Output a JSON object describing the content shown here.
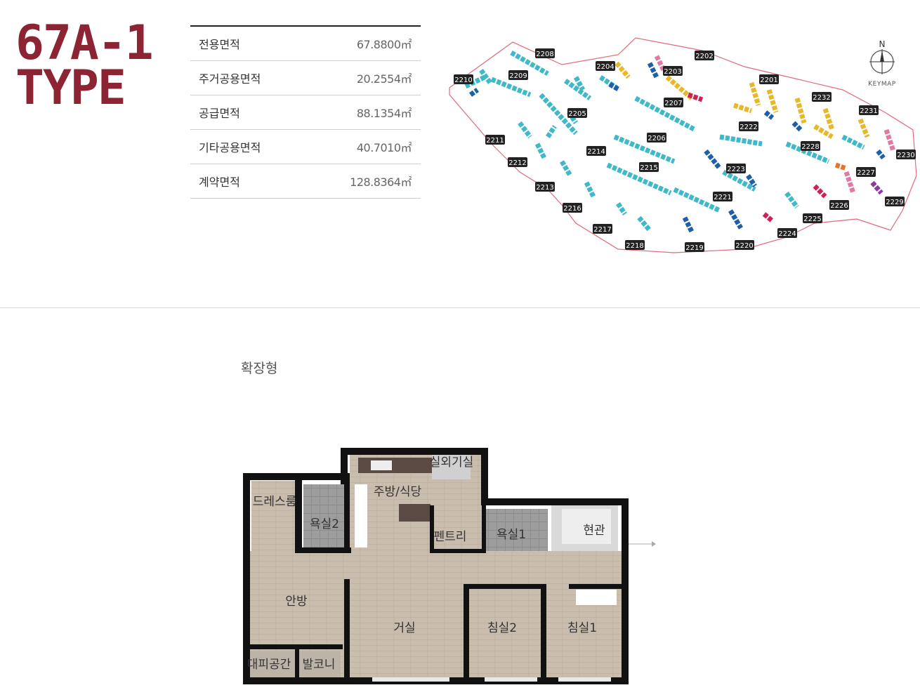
{
  "type": {
    "line1": "67A-1",
    "line2": "TYPE",
    "color": "#8c2433"
  },
  "areas": [
    {
      "label": "전용면적",
      "value": "67.8800㎡"
    },
    {
      "label": "주거공용면적",
      "value": "20.2554㎡"
    },
    {
      "label": "공급면적",
      "value": "88.1354㎡"
    },
    {
      "label": "기타공용면적",
      "value": "40.7010㎡"
    },
    {
      "label": "계약면적",
      "value": "128.8364㎡"
    }
  ],
  "keymap": {
    "north": "N",
    "label": "KEYMAP",
    "buildings": [
      "2201",
      "2202",
      "2203",
      "2204",
      "2205",
      "2206",
      "2207",
      "2208",
      "2209",
      "2210",
      "2211",
      "2212",
      "2213",
      "2214",
      "2215",
      "2216",
      "2217",
      "2218",
      "2219",
      "2220",
      "2221",
      "2222",
      "2223",
      "2224",
      "2225",
      "2226",
      "2227",
      "2228",
      "2229",
      "2230",
      "2231",
      "2232"
    ],
    "colors": {
      "teal": "#3fb8c9",
      "blue": "#1d5fa8",
      "yellow": "#e8b82a",
      "pink": "#e07aa5",
      "red": "#cc2255",
      "purple": "#8a3ca0",
      "orange": "#e0762a",
      "boundary": "#e26a7a"
    }
  },
  "plan": {
    "caption": "확장형",
    "rooms": {
      "outdoor": "실외기실",
      "kitchen": "주방/식당",
      "dress": "드레스룸",
      "bath2": "욕실2",
      "pantry": "펜트리",
      "bath1": "욕실1",
      "entrance": "현관",
      "master": "안방",
      "living": "거실",
      "bed2": "침실2",
      "bed1": "침실1",
      "shelter": "대피공간",
      "balcony": "발코니"
    }
  }
}
